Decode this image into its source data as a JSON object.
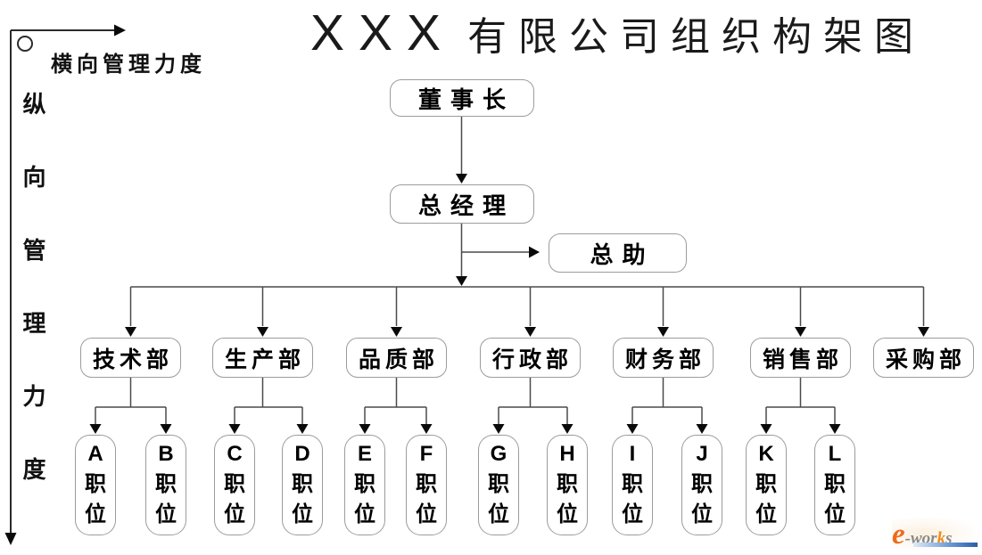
{
  "title": {
    "prefix": "XXX",
    "main": "有限公司组织构架图"
  },
  "axes": {
    "horizontal_label": "横向管理力度",
    "vertical_label": "纵向管理力度"
  },
  "tree": {
    "root": {
      "label": "董事长"
    },
    "general_manager": {
      "label": "总经理"
    },
    "assistant": {
      "label": "总助"
    },
    "departments": [
      {
        "label": "技术部",
        "positions": [
          "A职位",
          "B职位"
        ]
      },
      {
        "label": "生产部",
        "positions": [
          "C职位",
          "D职位"
        ]
      },
      {
        "label": "品质部",
        "positions": [
          "E职位",
          "F职位"
        ]
      },
      {
        "label": "行政部",
        "positions": [
          "G职位",
          "H职位"
        ]
      },
      {
        "label": "财务部",
        "positions": [
          "I职位",
          "J职位"
        ]
      },
      {
        "label": "销售部",
        "positions": [
          "K职位",
          "L职位"
        ]
      },
      {
        "label": "采购部",
        "positions": []
      }
    ]
  },
  "watermark": {
    "e": "e",
    "mid": "-wor",
    "k": "k",
    "s": "s",
    "brand_orange": "#ee6b1e",
    "brand_gray": "#8a8a8a",
    "brand_blue": "#2a5ea8"
  },
  "style": {
    "line_color": "#4a4a4a",
    "arrow_color": "#0a0a0a",
    "box_border_color": "#9c9c9c"
  }
}
